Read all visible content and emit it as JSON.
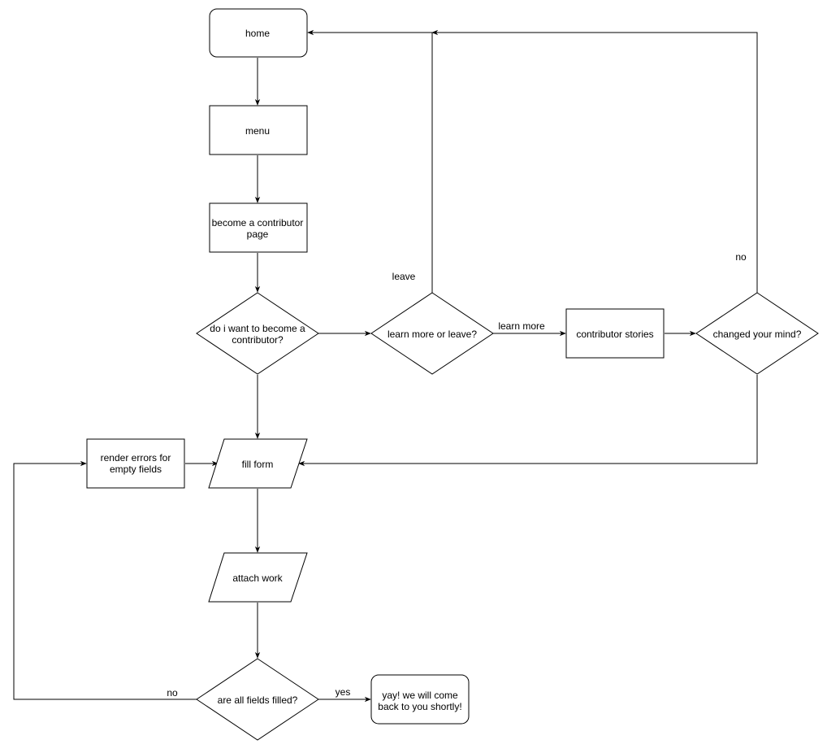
{
  "nodes": {
    "home": "home",
    "menu": "menu",
    "contributor_page_line1": "become a contributor",
    "contributor_page_line2": "page",
    "want_contributor_line1": "do i want to become a",
    "want_contributor_line2": "contributor?",
    "learn_or_leave": "learn more or leave?",
    "contributor_stories": "contributor stories",
    "changed_mind": "changed your mind?",
    "render_errors_line1": "render errors for",
    "render_errors_line2": "empty fields",
    "fill_form": "fill form",
    "attach_work": "attach work",
    "all_fields_filled": "are all fields filled?",
    "success_line1": "yay! we will come",
    "success_line2": "back to you shortly!"
  },
  "edge_labels": {
    "leave": "leave",
    "learn_more": "learn more",
    "no_changed": "no",
    "no_fields": "no",
    "yes_fields": "yes"
  }
}
